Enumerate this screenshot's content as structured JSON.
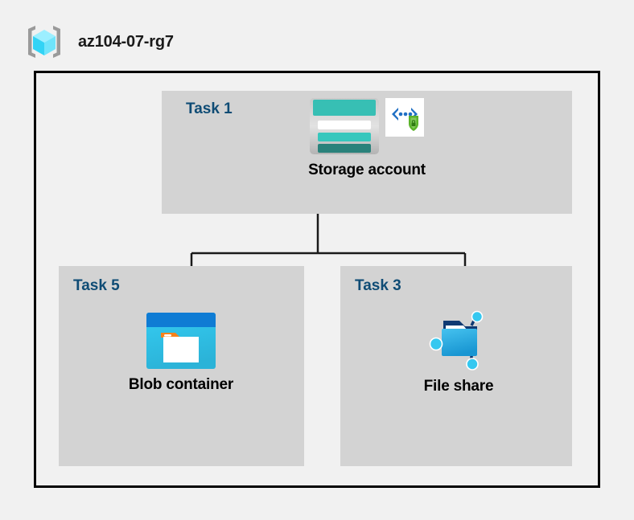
{
  "header": {
    "title": "az104-07-rg7",
    "icon": "resource-group-icon"
  },
  "diagram": {
    "type": "hierarchy",
    "root": "Storage account",
    "panels": [
      {
        "id": "task1",
        "label": "Task 1",
        "node_caption": "Storage account",
        "icons": [
          "storage-account-icon",
          "encryption-shield-icon"
        ]
      },
      {
        "id": "task5",
        "label": "Task 5",
        "node_caption": "Blob container",
        "icons": [
          "blob-container-icon"
        ]
      },
      {
        "id": "task3",
        "label": "Task 3",
        "node_caption": "File share",
        "icons": [
          "file-share-icon"
        ]
      }
    ],
    "edges": [
      {
        "from": "Storage account",
        "to": "Blob container"
      },
      {
        "from": "Storage account",
        "to": "File share"
      }
    ]
  },
  "colors": {
    "page_background": "#f1f1f1",
    "panel_background": "#d3d3d3",
    "frame_border": "#000000",
    "task_label": "#0f4c75",
    "caption": "#000000",
    "storage_teal": "#37bfb4",
    "storage_teal_dark": "#2a827b",
    "blob_blue": "#0078d4",
    "blob_cyan": "#32c8f0",
    "blob_orange": "#f7821b",
    "fileshare_blue": "#32b5e8",
    "fileshare_navy": "#0f3a73",
    "shield_green": "#5bb32a",
    "cube_cyan": "#50e6ff",
    "bracket_gray": "#949494"
  }
}
